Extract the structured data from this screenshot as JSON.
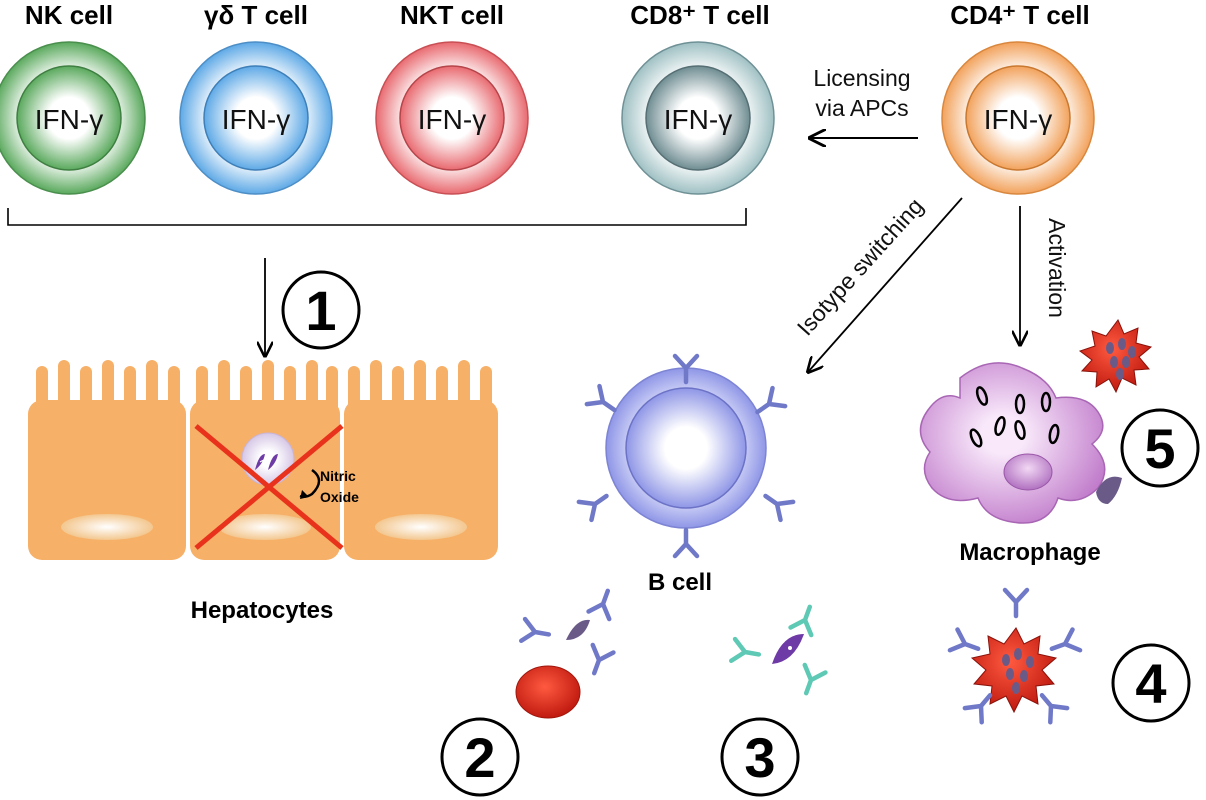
{
  "cells": [
    {
      "title": "NK cell",
      "inner": "IFN-γ"
    },
    {
      "title": "γδ T cell",
      "inner": "IFN-γ"
    },
    {
      "title": "NKT cell",
      "inner": "IFN-γ"
    },
    {
      "title": "CD8⁺ T cell",
      "inner": "IFN-γ"
    },
    {
      "title": "CD4⁺ T cell",
      "inner": "IFN-γ"
    }
  ],
  "arrows": {
    "licensing_line1": "Licensing",
    "licensing_line2": "via APCs",
    "isotype": "Isotype switching",
    "activation": "Activation"
  },
  "labels": {
    "hepatocytes": "Hepatocytes",
    "b_cell": "B cell",
    "macrophage": "Macrophage",
    "nitric_line1": "Nitric",
    "nitric_line2": "Oxide"
  },
  "steps": [
    "1",
    "2",
    "3",
    "4",
    "5"
  ],
  "colors": {
    "nk": "#5aa95d",
    "gd": "#5ea9e6",
    "nkt": "#e86a70",
    "cd8": "#7a9ca2",
    "cd4": "#f2a25c",
    "hepatocyte": "#f7b068",
    "bcell": "#9aa0ea",
    "macrophage": "#c98bd0",
    "antibody_blue": "#6f79c8",
    "antibody_teal": "#5ec9b4",
    "pathogen_red": "#d32d1c",
    "parasite_purple": "#6e3aa6",
    "cross_red": "#e8321c"
  }
}
